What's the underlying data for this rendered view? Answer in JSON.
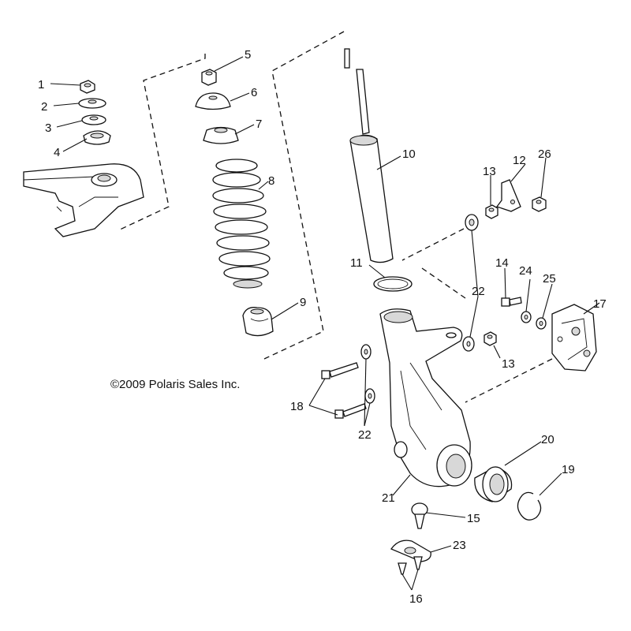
{
  "copyright": "©2009 Polaris Sales Inc.",
  "callouts": {
    "c1": "1",
    "c2": "2",
    "c3": "3",
    "c4": "4",
    "c5": "5",
    "c6": "6",
    "c7": "7",
    "c8": "8",
    "c9": "9",
    "c10": "10",
    "c11": "11",
    "c12": "12",
    "c13a": "13",
    "c13b": "13",
    "c14": "14",
    "c15": "15",
    "c16": "16",
    "c17": "17",
    "c18": "18",
    "c19": "19",
    "c20": "20",
    "c21": "21",
    "c22a": "22",
    "c22b": "22",
    "c23": "23",
    "c24": "24",
    "c25": "25",
    "c26": "26"
  }
}
